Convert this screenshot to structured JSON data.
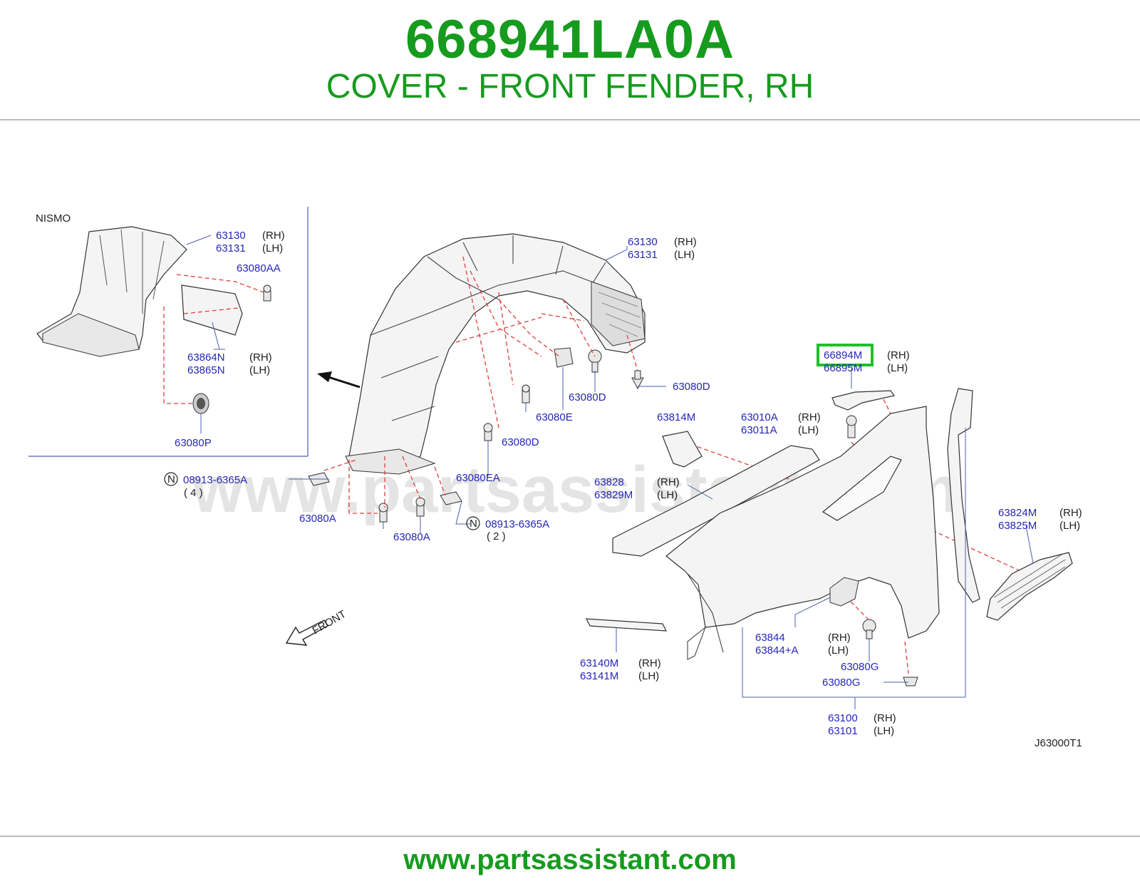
{
  "header": {
    "part_number": "668941LA0A",
    "description": "COVER - FRONT FENDER, RH"
  },
  "footer": {
    "url": "www.partsassistant.com"
  },
  "watermark": "www.partsassistant.com",
  "diagram": {
    "inset_label": "NISMO",
    "front_label": "FRONT",
    "code": "J63000T1",
    "highlight_color": "#1fbf2a",
    "callouts": {
      "c1": "63130",
      "c1s": "(RH)",
      "c2": "63131",
      "c2s": "(LH)",
      "c3": "63080AA",
      "c4": "63864N",
      "c4s": "(RH)",
      "c5": "63865N",
      "c5s": "(LH)",
      "c6": "63080P",
      "c7": "63130",
      "c7s": "(RH)",
      "c8": "63131",
      "c8s": "(LH)",
      "c9": "66894M",
      "c9s": "(RH)",
      "c10": "66895M",
      "c10s": "(LH)",
      "c11": "63080D",
      "c12": "63080D",
      "c13": "63080E",
      "c14": "63080D",
      "c15": "63814M",
      "c16": "63010A",
      "c16s": "(RH)",
      "c17": "63011A",
      "c17s": "(LH)",
      "c18": "63080EA",
      "c19": "08913-6365A",
      "c19q": "( 4 )",
      "c20": "63828",
      "c20s": "(RH)",
      "c21": "63829M",
      "c21s": "(LH)",
      "c22": "63080A",
      "c23": "63080A",
      "c24": "08913-6365A",
      "c24q": "( 2 )",
      "c25": "63824M",
      "c25s": "(RH)",
      "c26": "63825M",
      "c26s": "(LH)",
      "c27": "63844",
      "c27s": "(RH)",
      "c28": "63844+A",
      "c28s": "(LH)",
      "c29": "63140M",
      "c29s": "(RH)",
      "c30": "63141M",
      "c30s": "(LH)",
      "c31": "63080G",
      "c32": "63080G",
      "c33": "63100",
      "c33s": "(RH)",
      "c34": "63101",
      "c34s": "(LH)",
      "n_symbol": "N"
    }
  }
}
